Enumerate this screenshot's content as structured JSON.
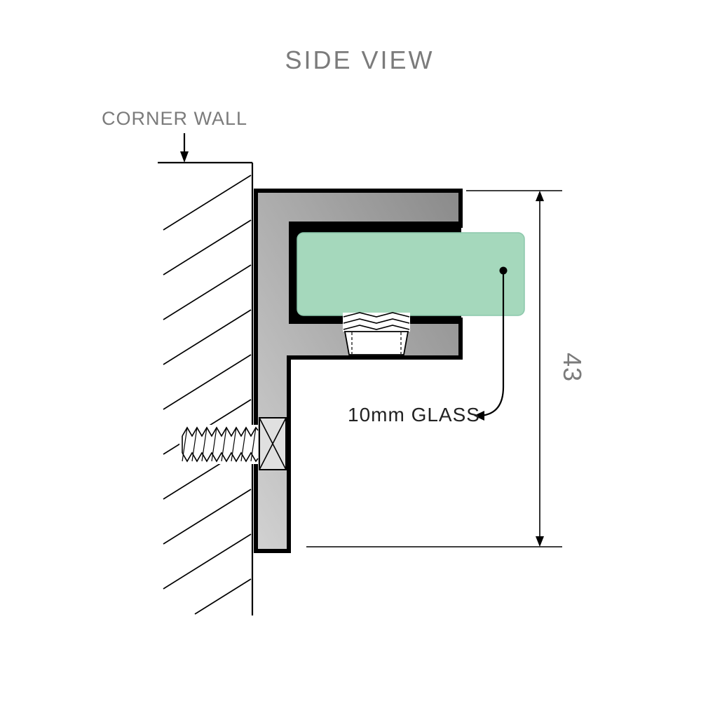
{
  "title": "SIDE VIEW",
  "labels": {
    "corner_wall": "CORNER WALL",
    "glass": "10mm GLASS",
    "dimension": "43"
  },
  "colors": {
    "text_gray": "#7b7b7b",
    "label_dark": "#222222",
    "glass_green": "#a5d8bc",
    "glass_edge": "#8cc7ab",
    "bracket_light": "#d2d2d2",
    "bracket_dark": "#8a8a8a",
    "outline": "#000000",
    "screw_head_fill": "#e0e0e0",
    "background": "#ffffff"
  }
}
